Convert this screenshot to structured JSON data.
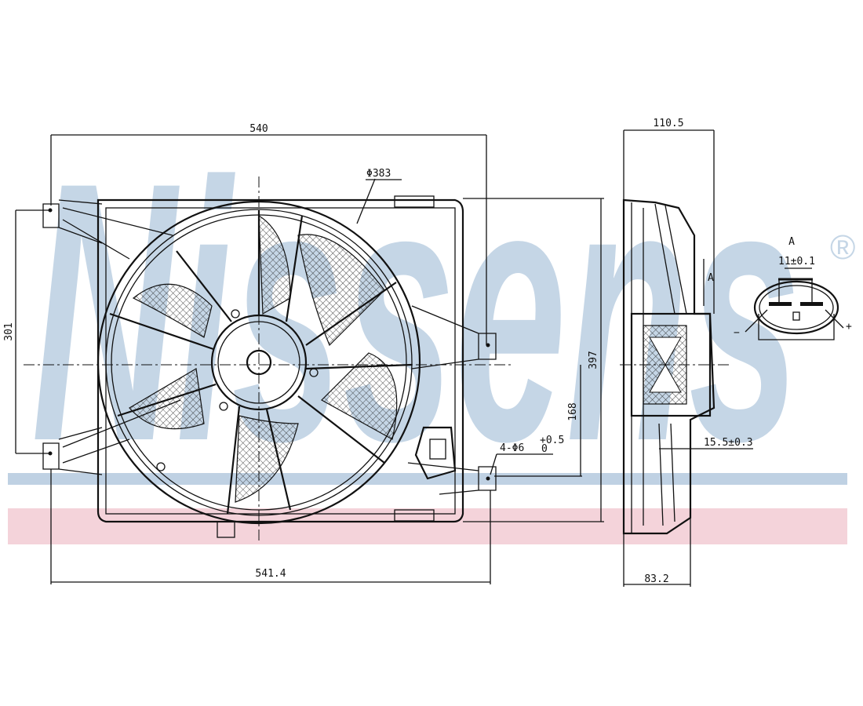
{
  "watermark": {
    "brand": "Nissens",
    "registered": "®",
    "color": "#c5d6e6"
  },
  "stripes": {
    "blue": "#bfd1e3",
    "pink": "#f4d3da"
  },
  "front_view": {
    "width_top": "540",
    "fan_diameter": "Φ383",
    "mount_spacing": "301",
    "height": "397",
    "center_offset": "168",
    "holes": "4-Φ6",
    "hole_tol_upper": "+0.5",
    "hole_tol_lower": "0",
    "width_bottom": "541.4"
  },
  "side_view": {
    "depth_top": "110.5",
    "depth_bottom": "83.2",
    "connector_offset": "15.5±0.3",
    "section_label": "A"
  },
  "connector_detail": {
    "title": "A",
    "pin_spacing": "11±0.1",
    "minus": "−",
    "plus": "+"
  }
}
